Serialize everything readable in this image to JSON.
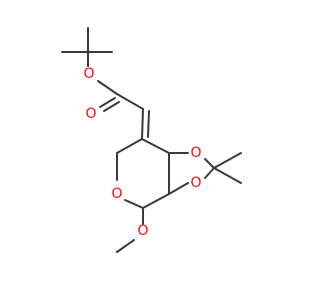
{
  "structure": {
    "colors": {
      "bond": "#3a3a3a",
      "oxygen": "#ff0d0d",
      "background": "#ffffff"
    },
    "atoms": {
      "ester_carbonyl_oxygen": "O",
      "ester_ether_oxygen": "O",
      "dioxolane_oxygen_top": "O",
      "dioxolane_oxygen_bottom": "O",
      "ring_oxygen": "O",
      "methoxy_oxygen": "O"
    }
  }
}
